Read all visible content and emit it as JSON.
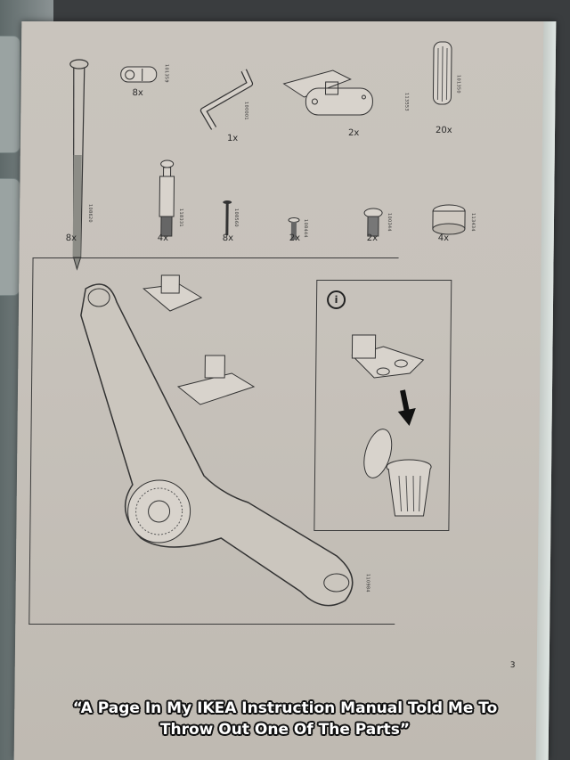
{
  "photo_subject": "IKEA assembly instruction page",
  "parts": [
    {
      "id": "long-screw",
      "quantity": "8x",
      "part_no": "108620"
    },
    {
      "id": "cam-dowel",
      "quantity": "8x",
      "part_no": "101359"
    },
    {
      "id": "allen-key",
      "quantity": "1x",
      "part_no": "100001"
    },
    {
      "id": "hinge-bracket",
      "quantity": "2x",
      "part_no": "113553"
    },
    {
      "id": "wood-dowel",
      "quantity": "20x",
      "part_no": "101350"
    },
    {
      "id": "cam-bolt",
      "quantity": "4x",
      "part_no": "118331"
    },
    {
      "id": "small-nail-screw",
      "quantity": "8x",
      "part_no": "108560"
    },
    {
      "id": "short-screw",
      "quantity": "2x",
      "part_no": "108444"
    },
    {
      "id": "threaded-screw",
      "quantity": "2x",
      "part_no": "100344"
    },
    {
      "id": "cam-lock",
      "quantity": "4x",
      "part_no": "113434"
    }
  ],
  "main_diagram": {
    "part_no": "110984"
  },
  "info_panel": {
    "icon": "info-icon",
    "icon_glyph": "i",
    "instruction": "discard-part-in-trash"
  },
  "page_number": "3",
  "caption": {
    "line1": "“A Page In My IKEA Instruction Manual Told Me To",
    "line2": "Throw Out One Of The Parts”"
  }
}
